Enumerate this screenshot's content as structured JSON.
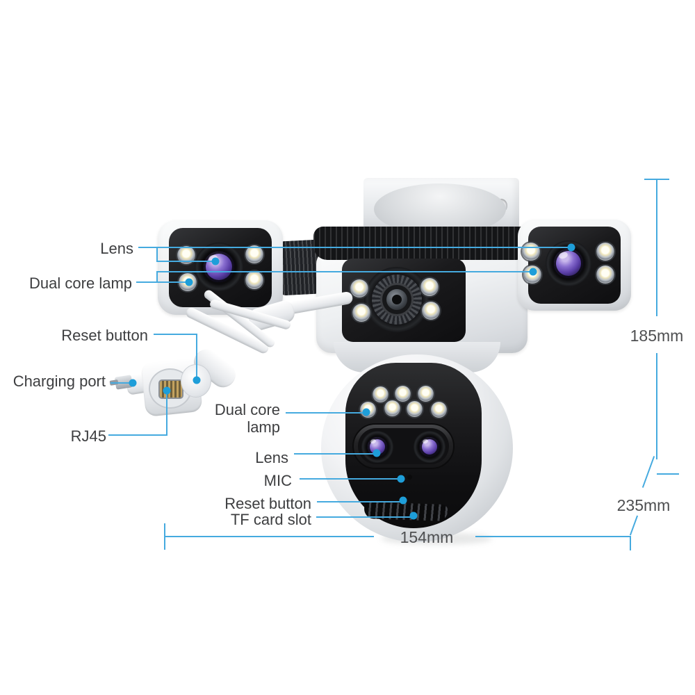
{
  "colors": {
    "background": "#ffffff",
    "leader_line": "#45aadf",
    "marker_dot": "#1e9ed9",
    "label_text": "#3d3e40",
    "dimension_text": "#4e4f51"
  },
  "callouts": {
    "lens_top": "Lens",
    "dual_core_lamp_top": "Dual core lamp",
    "reset_button_cable": "Reset button",
    "charging_port": "Charging port",
    "rj45": "RJ45",
    "dual_core_lamp_ball": "Dual core lamp",
    "lens_ball": "Lens",
    "mic": "MIC",
    "reset_button_ball": "Reset button",
    "tf_card_slot": "TF card slot"
  },
  "dimensions": {
    "upper_section_height": "185mm",
    "total_height": "235mm",
    "body_width": "154mm"
  }
}
